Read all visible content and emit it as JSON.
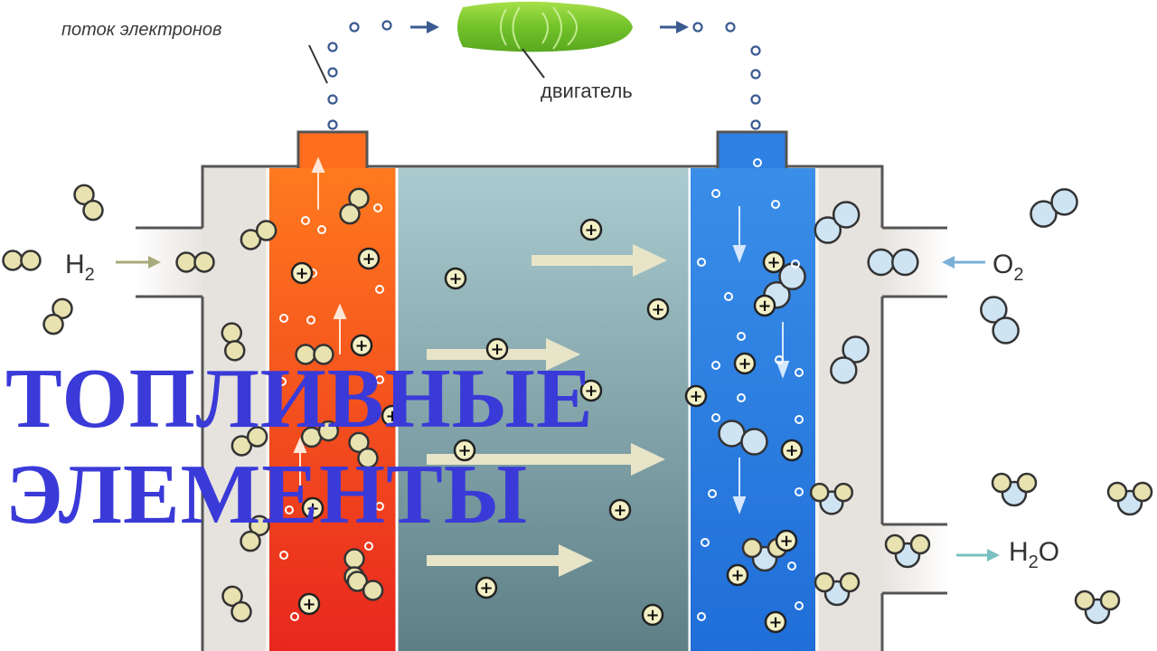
{
  "labels": {
    "electron_flow": "поток электронов",
    "motor": "двигатель",
    "hydrogen_base": "H",
    "hydrogen_sub": "2",
    "oxygen_base": "O",
    "oxygen_sub": "2",
    "water_pre": "H",
    "water_sub": "2",
    "water_post": "O"
  },
  "title": {
    "line1": "ТОПЛИВНЫЕ",
    "line2": "ЭЛЕМЕНТЫ"
  },
  "ion_symbol": "+",
  "colors": {
    "anode_top": "#ff6a1e",
    "anode_bottom": "#e82a1e",
    "electrolyte_top": "#a8c8cc",
    "electrolyte_bottom": "#5f8288",
    "cathode": "#2e7ee0",
    "housing": "#e6e2de",
    "motor": "#7dc832",
    "hydrogen_molecule": "#e8e2b0",
    "oxygen_molecule": "#cfe4f2",
    "electron": "#3a5a90",
    "flow_arrow": "#e6e2c6",
    "title": "#3a3ad8"
  }
}
